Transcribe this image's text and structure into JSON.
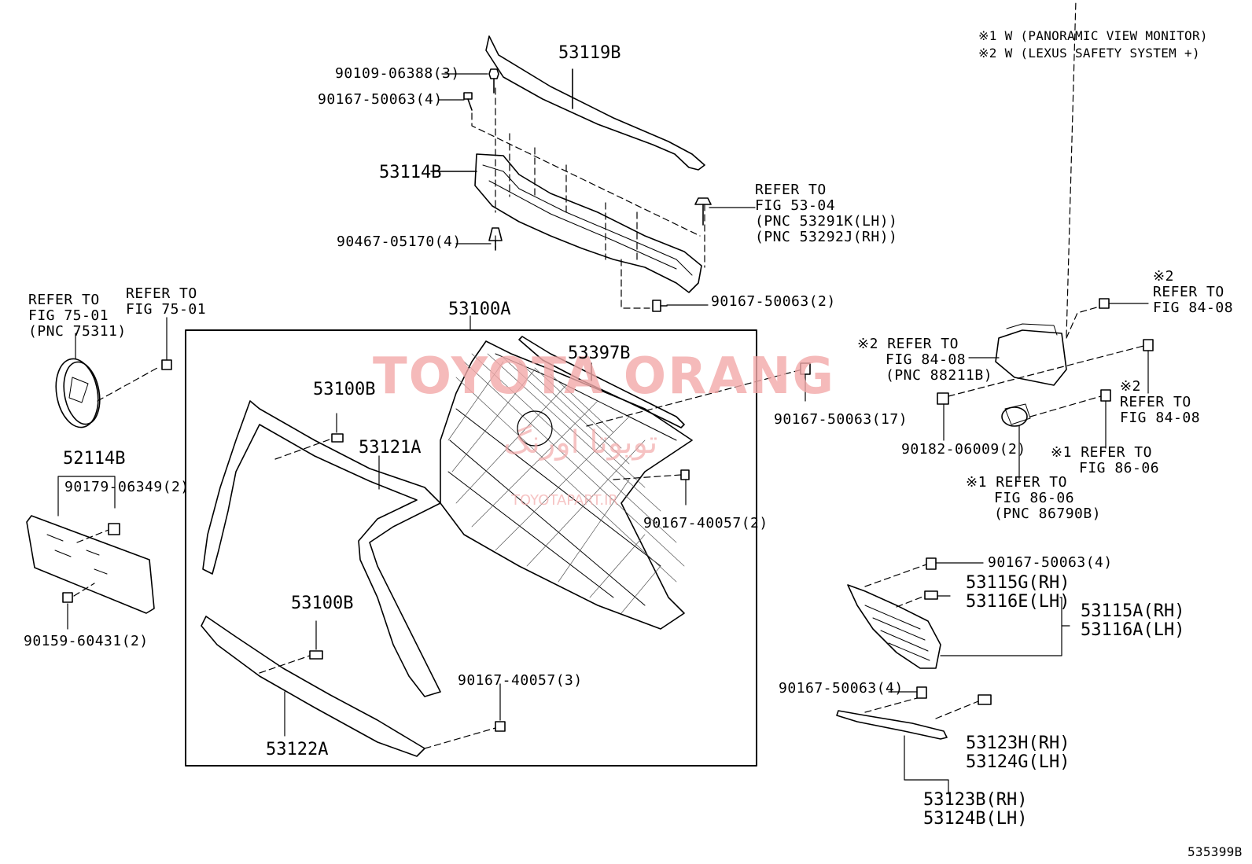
{
  "notes": [
    "※1 W (PANORAMIC VIEW MONITOR)",
    "※2 W (LEXUS SAFETY SYSTEM +)"
  ],
  "watermark": {
    "brand": "TOYOTA ORANG",
    "arabic": "تویوتا اورنگ",
    "url": "TOYOTAPART.IR"
  },
  "figure_id": "535399B",
  "parts": {
    "p53119B": "53119B",
    "p53114B": "53114B",
    "p53100A": "53100A",
    "p53397B": "53397B",
    "p53100B_upper": "53100B",
    "p53100B_lower": "53100B",
    "p53121A": "53121A",
    "p53122A": "53122A",
    "p52114B": "52114B",
    "p53115A_rh": "53115A(RH)",
    "p53116A_lh": "53116A(LH)",
    "p53115G_rh": "53115G(RH)",
    "p53116E_lh": "53116E(LH)",
    "p53123H_rh": "53123H(RH)",
    "p53124G_lh": "53124G(LH)",
    "p53123B_rh": "53123B(RH)",
    "p53124B_lh": "53124B(LH)"
  },
  "fasteners": {
    "f1": "90109-06388(3)",
    "f2": "90167-50063(4)",
    "f3": "90467-05170(4)",
    "f4": "90167-50063(2)",
    "f5": "90167-50063(17)",
    "f6": "90167-40057(2)",
    "f7": "90167-40057(3)",
    "f8": "90179-06349(2)",
    "f9": "90159-60431(2)",
    "f10": "90182-06009(2)",
    "f11": "90167-50063(4)",
    "f12": "90167-50063(4)"
  },
  "refs": {
    "r1": [
      "REFER TO",
      "FIG 53-04",
      "(PNC 53291K(LH))",
      "(PNC 53292J(RH))"
    ],
    "r2": [
      "REFER TO",
      "FIG 75-01",
      "(PNC 75311)"
    ],
    "r3": [
      "REFER TO",
      "FIG 75-01"
    ],
    "r4": [
      "※2",
      "REFER TO",
      "FIG 84-08"
    ],
    "r5": [
      "※2 REFER TO",
      "FIG 84-08",
      "(PNC 88211B)"
    ],
    "r6": [
      "※2",
      "REFER TO",
      "FIG 84-08"
    ],
    "r7": [
      "※1 REFER TO",
      "FIG 86-06"
    ],
    "r8": [
      "※1 REFER TO",
      "FIG 86-06",
      "(PNC 86790B)"
    ]
  }
}
